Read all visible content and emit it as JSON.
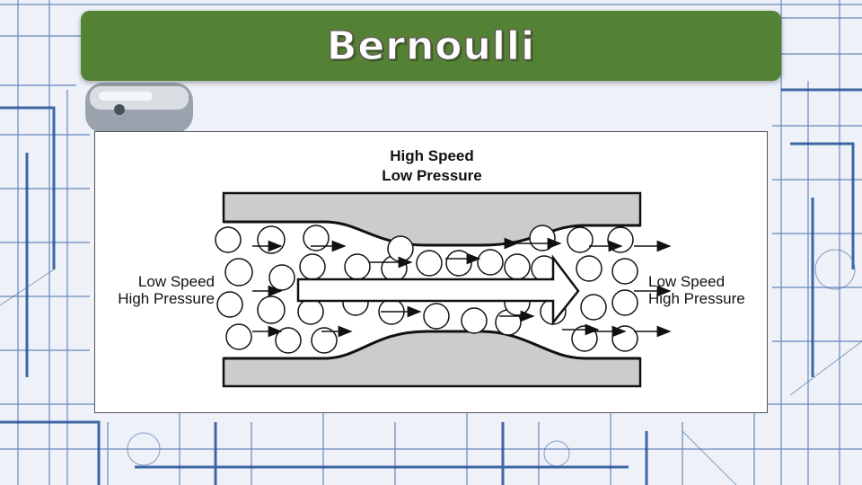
{
  "title": "Bernoulli",
  "diagram": {
    "top_label_line1": "High Speed",
    "top_label_line2": "Low Pressure",
    "left_label_line1": "Low Speed",
    "left_label_line2": "High Pressure",
    "right_label_line1": "Low Speed",
    "right_label_line2": "High Pressure"
  },
  "colors": {
    "title_bar": "#548235",
    "pipe_wall": "#c8c8c8",
    "blueprint_line": "#2f5d9e"
  }
}
